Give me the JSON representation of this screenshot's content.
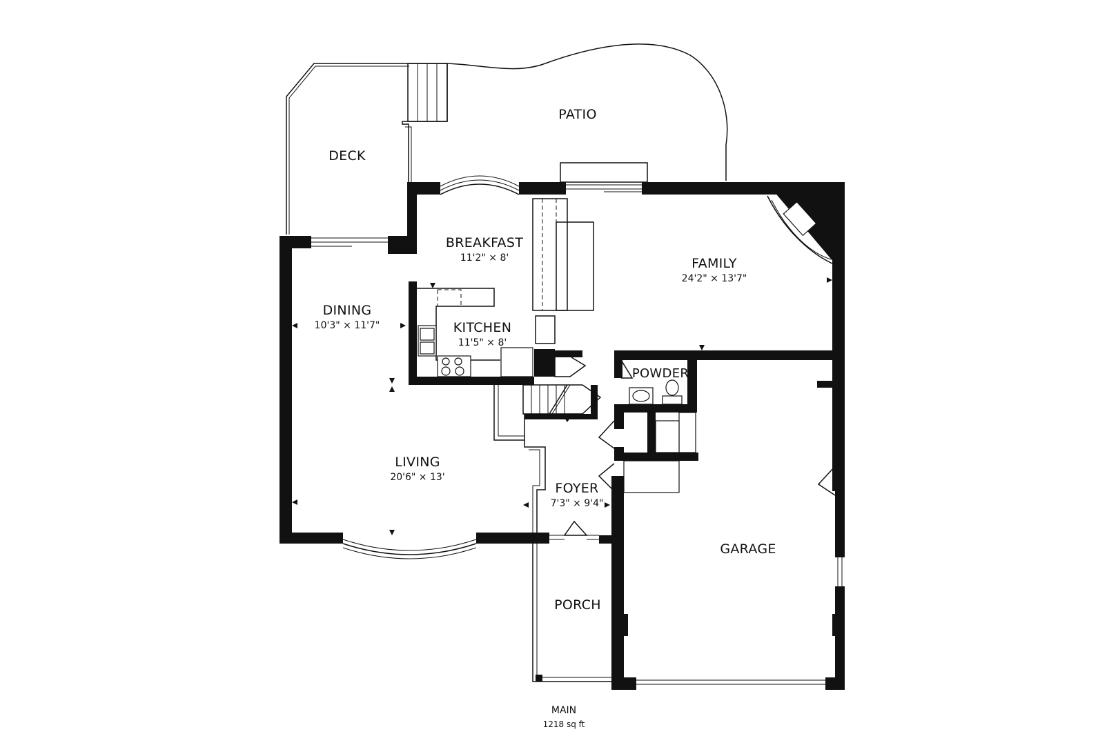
{
  "plan": {
    "floor_name": "MAIN",
    "floor_area": "1218 sq ft",
    "colors": {
      "wall": "#111111",
      "line": "#111111",
      "background": "#ffffff"
    }
  },
  "rooms": {
    "patio": {
      "name": "PATIO"
    },
    "deck": {
      "name": "DECK"
    },
    "breakfast": {
      "name": "BREAKFAST",
      "dims": "11'2\" × 8'"
    },
    "family": {
      "name": "FAMILY",
      "dims": "24'2\" × 13'7\""
    },
    "dining": {
      "name": "DINING",
      "dims": "10'3\" × 11'7\""
    },
    "kitchen": {
      "name": "KITCHEN",
      "dims": "11'5\" × 8'"
    },
    "powder": {
      "name": "POWDER"
    },
    "living": {
      "name": "LIVING",
      "dims": "20'6\" × 13'"
    },
    "foyer": {
      "name": "FOYER",
      "dims": "7'3\" × 9'4\""
    },
    "garage": {
      "name": "GARAGE"
    },
    "porch": {
      "name": "PORCH"
    }
  }
}
